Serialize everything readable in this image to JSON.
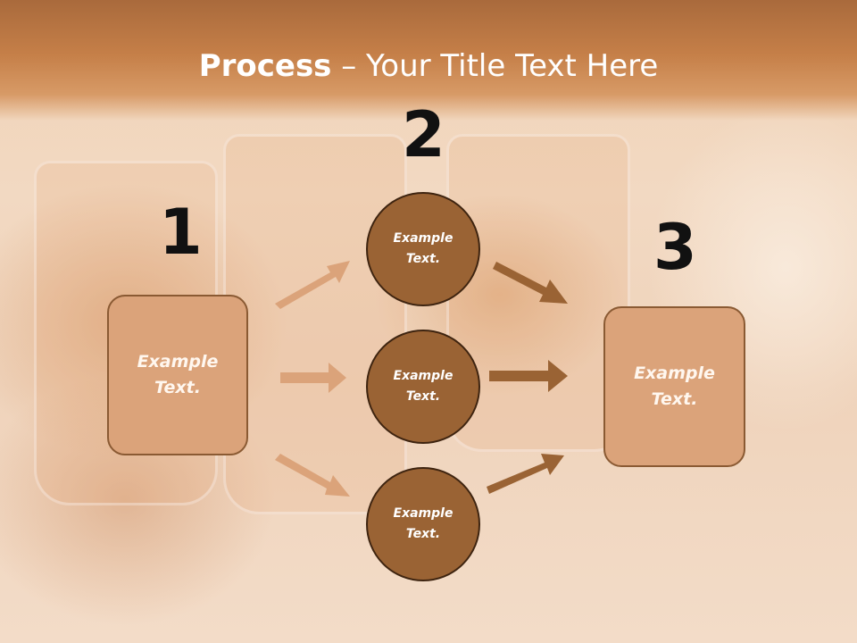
{
  "title": {
    "bold": "Process",
    "rest": " – Your Title Text Here"
  },
  "steps": {
    "n1": "1",
    "n2": "2",
    "n3": "3"
  },
  "left_box": {
    "line1": "Example",
    "line2": "Text."
  },
  "right_box": {
    "line1": "Example",
    "line2": "Text."
  },
  "circles": [
    {
      "line1": "Example",
      "line2": "Text."
    },
    {
      "line1": "Example",
      "line2": "Text."
    },
    {
      "line1": "Example",
      "line2": "Text."
    }
  ],
  "colors": {
    "left_arrows": "#dba37a",
    "right_arrows": "#9a6334",
    "circle_fill": "#9a6334",
    "box_fill": "#dba37a"
  }
}
